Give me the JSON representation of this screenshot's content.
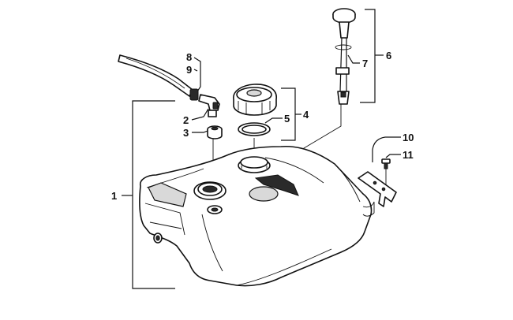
{
  "diagram": {
    "callouts": [
      "1",
      "2",
      "3",
      "4",
      "5",
      "6",
      "7",
      "8",
      "9",
      "10",
      "11"
    ],
    "colors": {
      "line": "#111111",
      "background": "#ffffff",
      "shade": "#2a2a2a"
    }
  }
}
